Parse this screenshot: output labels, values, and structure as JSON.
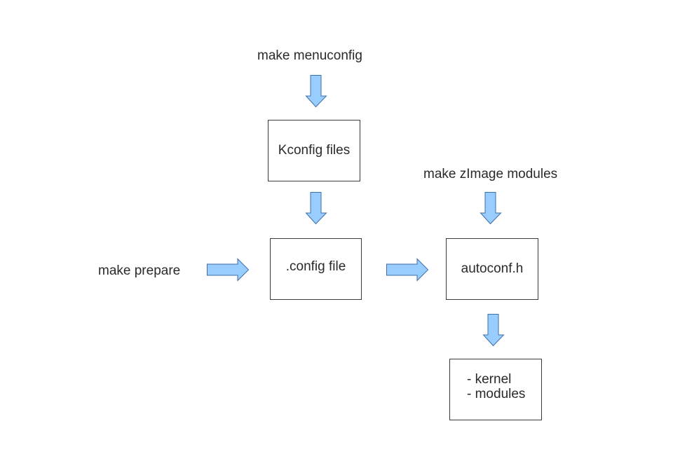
{
  "diagram": {
    "colors": {
      "arrow_fill": "#99ccff",
      "arrow_stroke": "#3b6fa8",
      "box_border": "#3a3a3a",
      "text": "#2a2a2a"
    },
    "labels": {
      "make_menuconfig": "make menuconfig",
      "make_prepare": "make prepare",
      "make_zimage_modules": "make zImage modules"
    },
    "boxes": {
      "kconfig": "Kconfig files",
      "config": ".config file",
      "autoconf": "autoconf.h",
      "outputs": [
        "- kernel",
        "- modules"
      ]
    }
  }
}
